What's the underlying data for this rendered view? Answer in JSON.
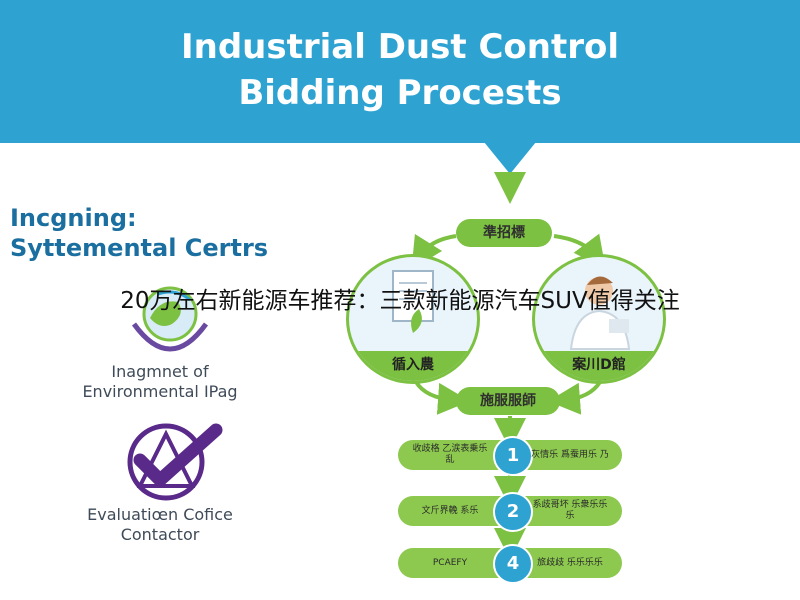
{
  "banner": {
    "title_line1": "Industrial Dust Control",
    "title_line2": "Bidding Procests"
  },
  "left": {
    "heading_line1": "Incgning:",
    "heading_line2": "Syttemental Certrs",
    "impact_line1": "Inagmnet of",
    "impact_line2": "Environmental IPag",
    "eval_line1": "Evaluatiœn Cofice",
    "eval_line2": "Contactor"
  },
  "overlay_text": "20万左右新能源车推荐：三款新能源汽车SUV值得关注",
  "flow": {
    "top_pill": "準招標",
    "left_circle_label": "循入農",
    "right_circle_label": "案川D館",
    "mid_pill": "施服服師",
    "steps": [
      {
        "number": "1",
        "left_text": "收歧格 乙涙表乗乐乱",
        "right_text": "灰情乐 爲蚕用乐 乃"
      },
      {
        "number": "2",
        "left_text": "文斤界輓 系乐",
        "right_text": "系歧哥坏 乐衆乐乐乐"
      },
      {
        "number": "4",
        "left_text": "PCAEFY",
        "right_text": "旅歧歧 乐乐乐乐"
      }
    ]
  },
  "colors": {
    "banner": "#2ea3d2",
    "accent_green": "#7cc142",
    "heading_blue": "#1b6fa0",
    "purple": "#5a2a8a"
  }
}
